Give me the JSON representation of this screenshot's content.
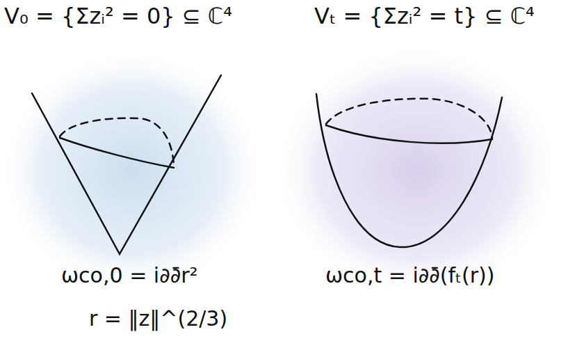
{
  "diagram": {
    "labels": [
      "V₀ = {Σzᵢ² = 0} ⊆ ℂ⁴",
      "Vₜ = {Σzᵢ² = t} ⊆ ℂ⁴",
      "ωco,0 = i∂∂̄r²",
      "r = ‖z‖^(2/3)",
      "ωco,t = i∂∂̄(fₜ(r))"
    ]
  }
}
